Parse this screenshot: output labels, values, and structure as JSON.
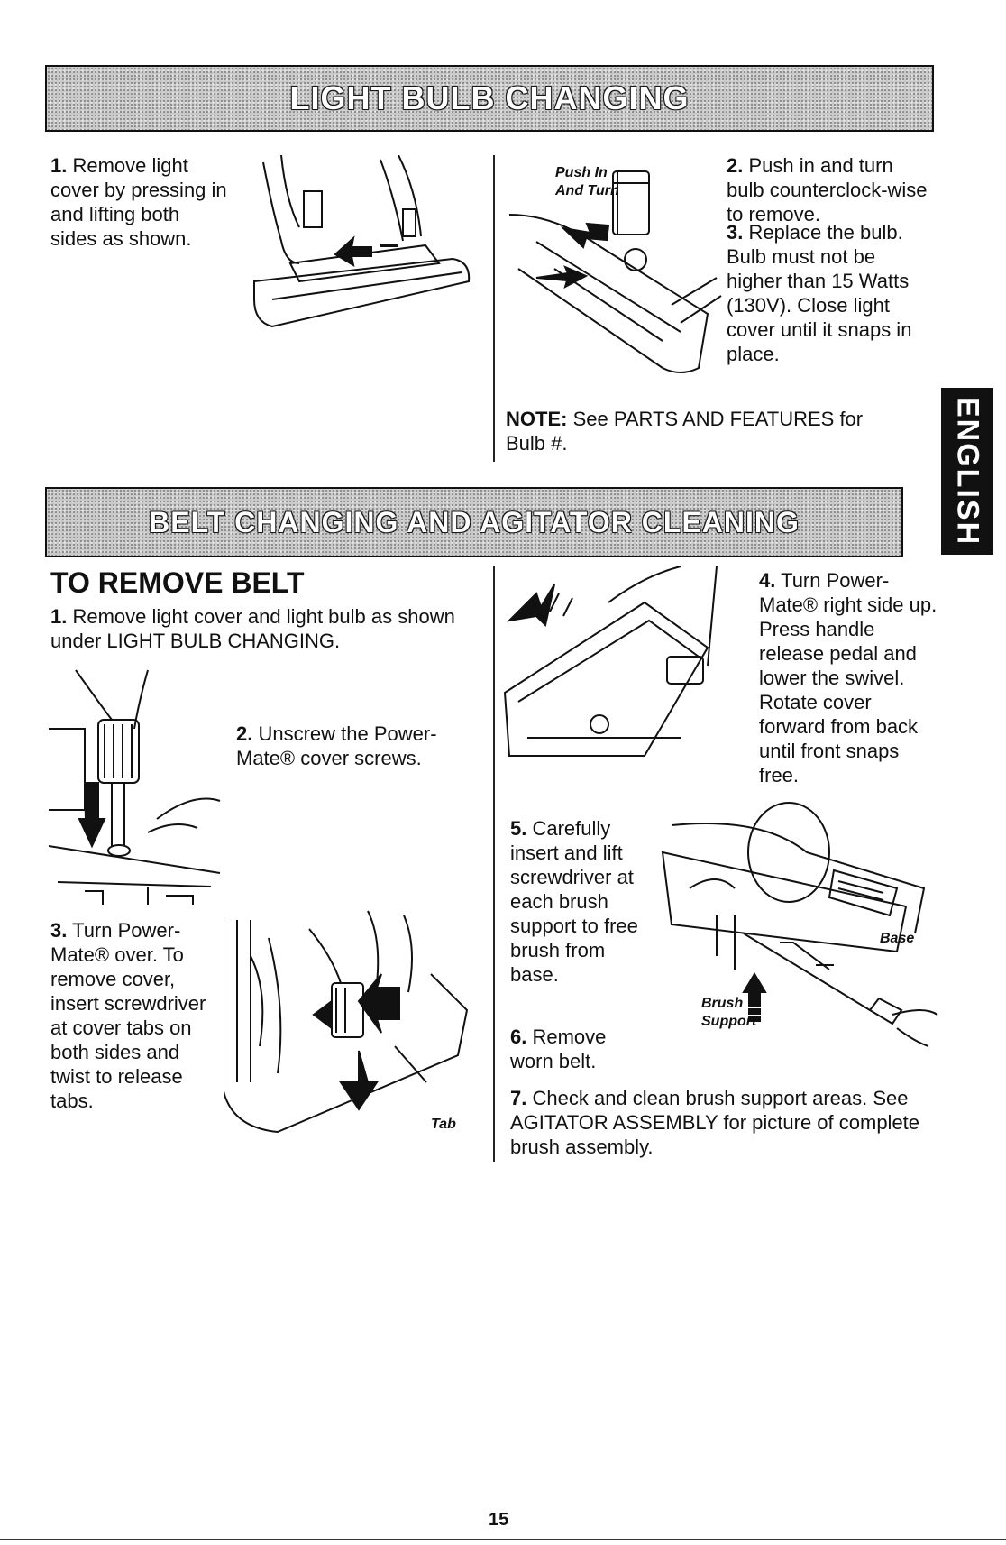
{
  "light_bulb": {
    "banner": "LIGHT BULB CHANGING",
    "step1_num": "1.",
    "step1_text": "Remove light cover by pressing in and lifting both sides as shown.",
    "label_push": "Push In",
    "label_turn": "And Turn",
    "step2_num": "2.",
    "step2_text": "Push in and turn bulb counterclock-wise to remove.",
    "step3_num": "3.",
    "step3_text": "Replace the bulb. Bulb must not be higher than 15 Watts (130V). Close light cover until it snaps in place.",
    "note_label": "NOTE:",
    "note_text": "See PARTS AND FEATURES for Bulb #."
  },
  "side_tab": "ENGLISH",
  "belt": {
    "banner": "BELT CHANGING AND AGITATOR CLEANING",
    "heading": "TO REMOVE BELT",
    "step1_num": "1.",
    "step1_text": "Remove light cover and light bulb as shown under LIGHT BULB CHANGING.",
    "step2_num": "2.",
    "step2_text": "Unscrew the Power-Mate® cover screws.",
    "step3_num": "3.",
    "step3_text": "Turn Power-Mate® over. To remove cover, insert screwdriver at cover tabs on both sides and twist to release tabs.",
    "label_tab": "Tab",
    "step4_num": "4.",
    "step4_text": "Turn Power-Mate® right side up. Press handle release pedal and lower the swivel. Rotate cover forward from back until front snaps free.",
    "step5_num": "5.",
    "step5_text": "Carefully insert and lift screwdriver at each brush support to free brush from base.",
    "label_base": "Base",
    "label_brush": "Brush",
    "label_support": "Support",
    "step6_num": "6.",
    "step6_text": "Remove worn belt.",
    "step7_num": "7.",
    "step7_text": "Check and clean brush support areas. See AGITATOR ASSEMBLY for picture of complete brush assembly."
  },
  "page_number": "15"
}
